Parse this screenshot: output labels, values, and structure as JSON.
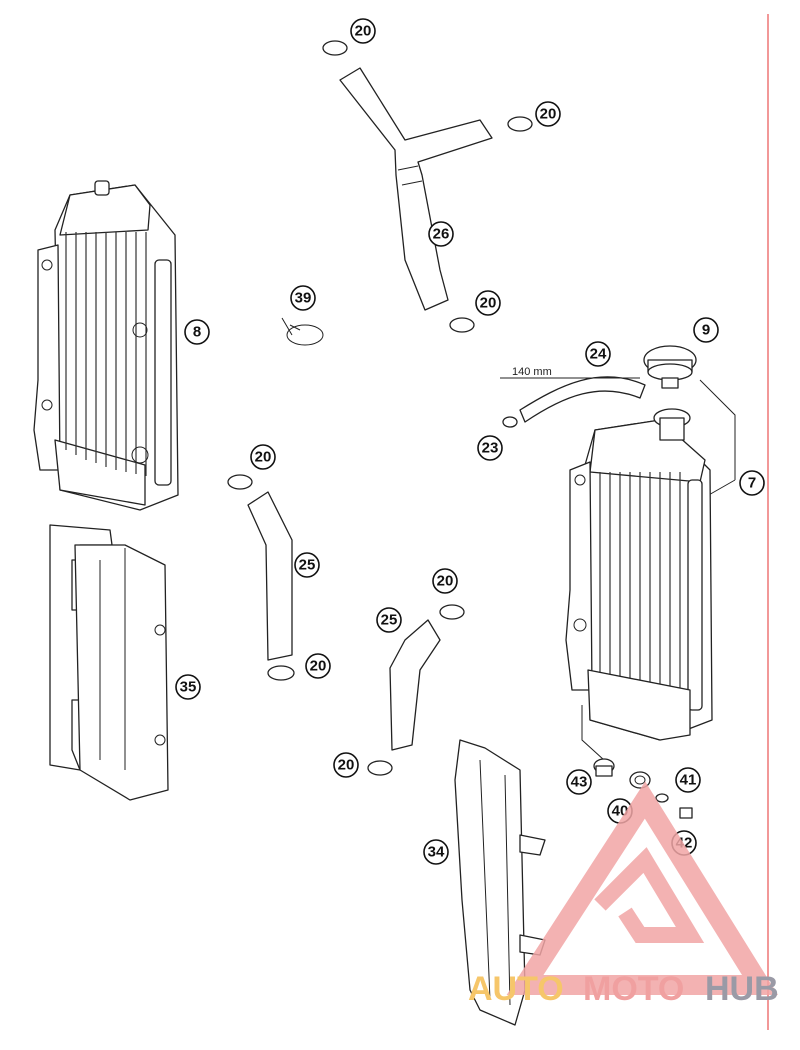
{
  "callouts": [
    "20",
    "20",
    "26",
    "20",
    "39",
    "8",
    "9",
    "24",
    "23",
    "7",
    "20",
    "25",
    "20",
    "25",
    "20",
    "35",
    "20",
    "43",
    "41",
    "40",
    "42",
    "34"
  ],
  "dimension_label": "140 mm",
  "watermark": {
    "part1": "AUTO",
    "part2": "MOTO",
    "part3": "HUB"
  }
}
